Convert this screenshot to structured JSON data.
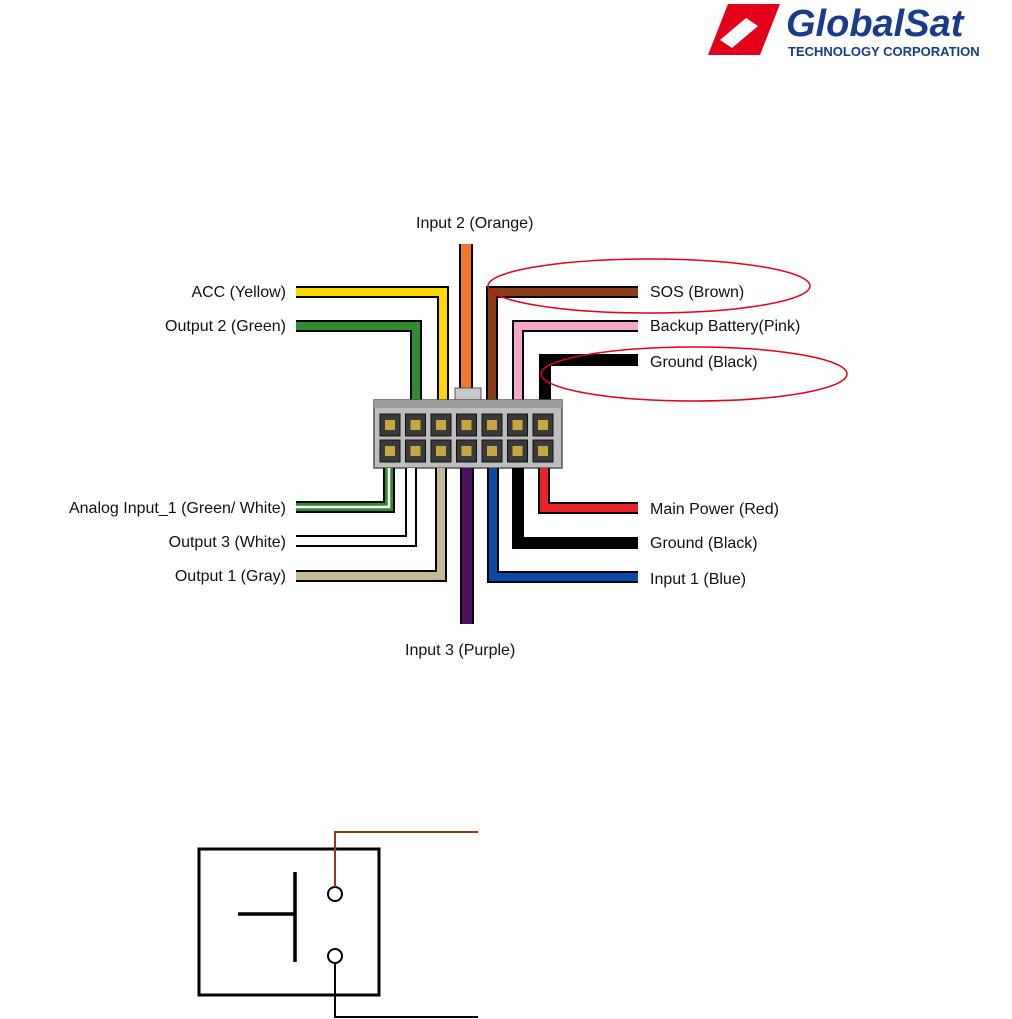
{
  "logo": {
    "brand": "GlobalSat",
    "tagline": "TECHNOLOGY CORPORATION",
    "brand_color": "#e3001b",
    "text_color": "#1a3a8c"
  },
  "wiring": {
    "top_label": "Input 2 (Orange)",
    "bottom_label": "Input 3 (Purple)",
    "left_wires": [
      {
        "label": "ACC (Yellow)",
        "color": "#ffd700"
      },
      {
        "label": "Output 2 (Green)",
        "color": "#2e8b2e"
      },
      {
        "label": "Analog Input_1 (Green/ White)",
        "color": "#2e8b2e"
      },
      {
        "label": "Output 3 (White)",
        "color": "#ffffff"
      },
      {
        "label": "Output 1 (Gray)",
        "color": "#c8b89a"
      }
    ],
    "right_wires": [
      {
        "label": "SOS (Brown)",
        "color": "#8b3a1a",
        "highlighted": true
      },
      {
        "label": "Backup Battery(Pink)",
        "color": "#f4a6c6",
        "highlighted": false
      },
      {
        "label": "Ground (Black)",
        "color": "#000000",
        "highlighted": true
      },
      {
        "label": "Main Power (Red)",
        "color": "#e8232a",
        "highlighted": false
      },
      {
        "label": "Ground (Black)",
        "color": "#000000",
        "highlighted": false
      },
      {
        "label": "Input 1 (Blue)",
        "color": "#0b4aa8",
        "highlighted": false
      }
    ],
    "highlight_color": "#e3001b"
  },
  "switch": {
    "wire_top_color": "#8b3a1a",
    "wire_bottom_color": "#000000"
  }
}
